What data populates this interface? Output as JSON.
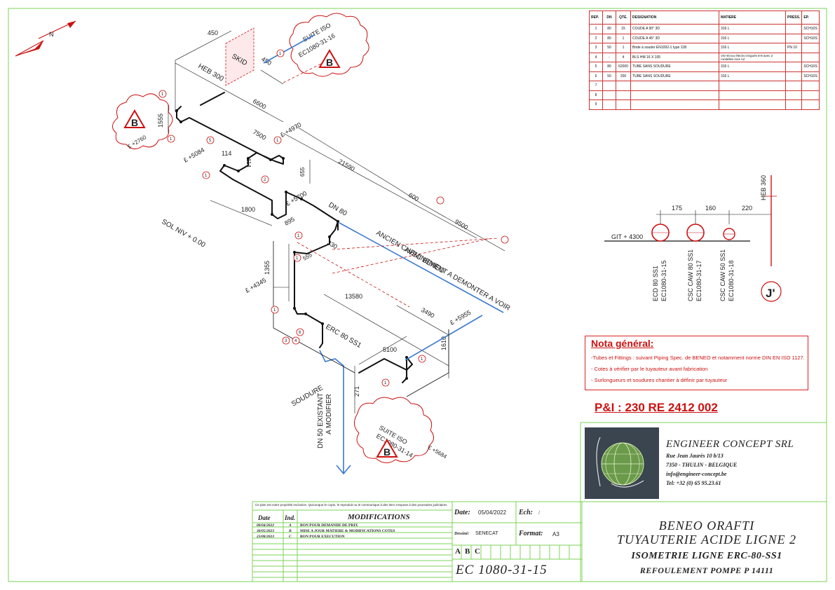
{
  "drawing": {
    "dims": {
      "d450a": "450",
      "d450b": "450",
      "d6600": "6600",
      "d1555": "1555",
      "d7500": "7500",
      "d114a": "114",
      "d114b": "114",
      "d655": "655",
      "d1800": "1800",
      "d21590": "21590",
      "d600": "600",
      "d9500": "9500",
      "d895": "895",
      "d330": "330",
      "d555": "555",
      "d1355": "1355",
      "d13580": "13580",
      "d3490": "3490",
      "d5100": "5100",
      "d1610": "1610",
      "d271": "271",
      "d175": "175",
      "d160": "160",
      "d220": "220"
    },
    "elevations": {
      "e2760": "£ +2760",
      "e4970": "£ +4970",
      "e5084": "£ +5084",
      "e5700": "£ +5700",
      "e4345": "£ +4345",
      "e5955": "£ +5955",
      "e5684": "£ +5684"
    },
    "labels": {
      "skid": "SKID",
      "heb300": "HEB 300",
      "heb360": "HEB 360",
      "sol": "SOL NIV + 0.00",
      "dn80": "DN 80",
      "ancien1": "ANCIEN CHEMINEMENT A DEMONTER A VOIR",
      "ancien2": "AVEC BENEO",
      "erc": "ERC 80 SS1",
      "soudure": "SOUDURE",
      "dn50a": "DN 50 EXISTANT",
      "dn50b": "A MODIFIER",
      "suite1": "SUITE ISO",
      "ref1": "EC1080-31-16",
      "suite2": "SUITE ISO",
      "ref2": "EC1080-31-14",
      "git": "GIT + 4300",
      "ecd1": "ECD 80 SS1",
      "ecd2": "EC1080-31-15",
      "csc1a": "CSC CAW 80 SS1",
      "csc1b": "EC1080-31-17",
      "csc2a": "CSC CAW 50 SS1",
      "csc2b": "EC1080-31-18",
      "jprime": "J'",
      "b": "B",
      "north": "N"
    },
    "bubbles": [
      "1",
      "2",
      "3",
      "4",
      "5",
      "6"
    ]
  },
  "bom": {
    "headers": [
      "REP.",
      "DN",
      "QTE.",
      "DESIGNATION",
      "MATIERE",
      "PRESS.",
      "EP."
    ],
    "rows": [
      [
        "1",
        "80",
        "15",
        "COUDE A 90° 3D",
        "316 L",
        "",
        "SCH10S"
      ],
      [
        "2",
        "80",
        "1",
        "COUDE A 45° 3D",
        "316 L",
        "",
        "SCH10S"
      ],
      [
        "3",
        "50",
        "1",
        "Bride à souder EN1092-1 type 11B",
        "316 L",
        "PN 10",
        ""
      ],
      [
        "4",
        "-",
        "4",
        "BLS HM 16 X 105",
        "Vis+écrou électro-zingués 8-8 avec 2 rondelles inox A2",
        "",
        ""
      ],
      [
        "5",
        "80",
        "62000",
        "TUBE SANS SOUDURE",
        "316 L",
        "",
        "SCH10S"
      ],
      [
        "6",
        "50",
        "200",
        "TUBE SANS SOUDURE",
        "316 L",
        "",
        "SCH10S"
      ],
      [
        "7",
        "",
        "",
        "",
        "",
        "",
        ""
      ],
      [
        "8",
        "",
        "",
        "",
        "",
        "",
        ""
      ],
      [
        "9",
        "",
        "",
        "",
        "",
        "",
        ""
      ]
    ]
  },
  "notes": {
    "title": "Nota général:",
    "lines": [
      "-Tubes et Fittings : suivant Piping Spec. de BENEO et notamment norme DIN EN ISO 1127.",
      "- Cotes à vérifier par le tuyauteur avant fabrication",
      "- Surlongueurs et soudures chantier à définir par tuyauteur"
    ]
  },
  "pid": "P&I : 230 RE 2412 002",
  "company": {
    "name": "ENGINEER CONCEPT SRL",
    "address1": "Rue Jean Jaurès 10 b/13",
    "address2": "7350 - THULIN - BELGIQUE",
    "email": "info@engineer-concept.be",
    "tel": "Tel: +32 (0) 65 95.23.61"
  },
  "titleblock": {
    "disclaimer": "Ce plan est notre propriété exclusive. Quiconque le copie, le reproduit ou le communique à des tiers s'expose à des poursuites judiciaires",
    "col_date": "Date",
    "col_ind": "Ind.",
    "col_mod": "MODIFICATIONS",
    "revisions": [
      {
        "date": "08/04/2022",
        "ind": "A",
        "text": "BON POUR DEMANDE DE PRIX"
      },
      {
        "date": "30/05/2023",
        "ind": "B",
        "text": "MISE A JOUR MATIERE & MODIFICATIONS COTES"
      },
      {
        "date": "23/08/2023",
        "ind": "C",
        "text": "BON POUR EXECUTION"
      }
    ],
    "date_label": "Date:",
    "date_value": "05/04/2022",
    "ech_label": "Ech:",
    "ech_value": "/",
    "dessine_label": "Dessiné:",
    "dessine_value": "SENECAT",
    "format_label": "Format:",
    "format_value": "A3",
    "ind_a": "A",
    "ind_b": "B",
    "ind_c": "C",
    "drawing_no": "EC 1080-31-15",
    "client": "BENEO ORAFTI",
    "title1": "TUYAUTERIE ACIDE LIGNE 2",
    "title2": "ISOMETRIE LIGNE ERC-80-SS1",
    "title3": "REFOULEMENT POMPE P 14111"
  },
  "colors": {
    "red": "#cc1111",
    "blue": "#3a7ad0",
    "green": "#7dd35a",
    "black": "#111111"
  }
}
